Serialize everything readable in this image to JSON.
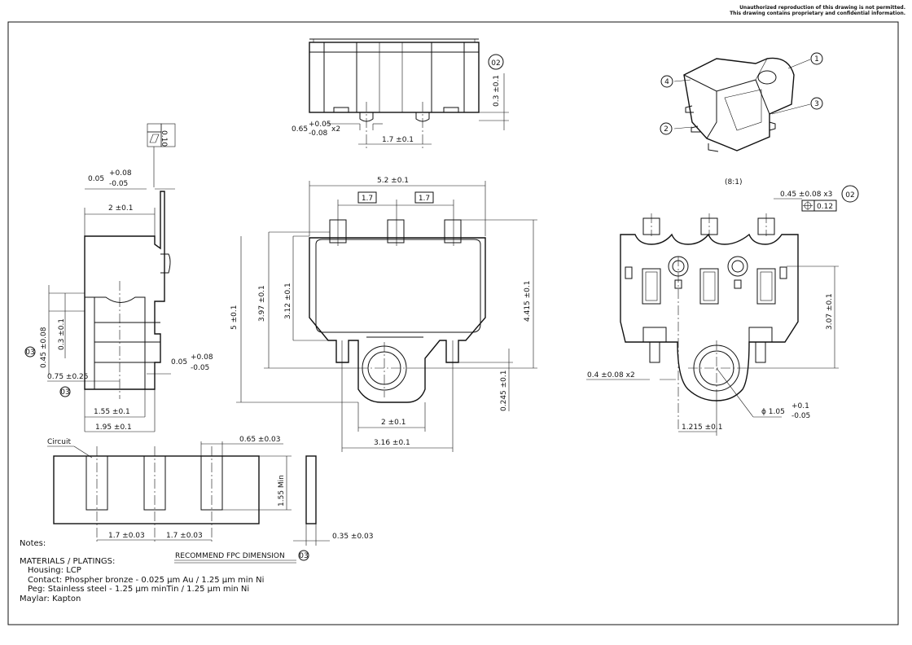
{
  "notice": {
    "line1": "Unauthorized reproduction of this drawing is not permitted.",
    "line2": "This drawing contains proprietary and confidential information."
  },
  "top_view": {
    "rev_tag": "02",
    "dim_height": "0.3 ±0.1",
    "dim_width_main": "0.65",
    "dim_width_tol_plus": "+0.05",
    "dim_width_tol_minus": "-0.08",
    "dim_width_mult": "x2",
    "dim_pitch": "1.7 ±0.1"
  },
  "side_view": {
    "flatness_value": "0.10",
    "dim_top_main": "0.05",
    "dim_top_plus": "+0.08",
    "dim_top_minus": "-0.05",
    "dim_width": "2 ±0.1",
    "dim_045": "0.45 ±0.08",
    "dim_03": "0.3 ±0.1",
    "rev_tag_a": "03",
    "dim_bottom_main": "0.05",
    "dim_bottom_plus": "+0.08",
    "dim_bottom_minus": "-0.05",
    "dim_075": "0.75 ±0.25",
    "rev_tag_b": "03",
    "dim_155": "1.55 ±0.1",
    "dim_195": "1.95 ±0.1"
  },
  "front_view": {
    "dim_52": "5.2 ±0.1",
    "pitch_box_1": "1.7",
    "pitch_box_2": "1.7",
    "dim_5": "5 ±0.1",
    "dim_397": "3.97 ±0.1",
    "dim_312": "3.12 ±0.1",
    "dim_4415": "4.415 ±0.1",
    "dim_0245": "0.245 ±0.1",
    "dim_2": "2 ±0.1",
    "dim_316": "3.16 ±0.1"
  },
  "iso_view": {
    "callouts": [
      "1",
      "2",
      "3",
      "4"
    ]
  },
  "bottom_view": {
    "scale": "(8:1)",
    "dim_pin": "0.45 ±0.08 x3",
    "rev_tag": "02",
    "position_tol": "0.12",
    "dim_307": "3.07 ±0.1",
    "dim_04": "0.4 ±0.08 x2",
    "dim_1215": "1.215 ±0.1",
    "dim_hole_main": "ϕ 1.05",
    "dim_hole_plus": "+0.1",
    "dim_hole_minus": "-0.05"
  },
  "fpc": {
    "circuit_label": "Circuit",
    "dim_065": "0.65 ±0.03",
    "dim_155min": "1.55 Min",
    "dim_pitch_1": "1.7 ±0.03",
    "dim_pitch_2": "1.7 ±0.03",
    "dim_035": "0.35 ±0.03",
    "title": "RECOMMEND FPC DIMENSION",
    "rev_tag": "03"
  },
  "notes": {
    "heading": "Notes:",
    "section": "MATERIALS / PLATINGS:",
    "lines": [
      "Housing: LCP",
      "Contact: Phospher bronze - 0.025 μm Au / 1.25 μm min Ni",
      "Peg: Stainless steel - 1.25 μm minTin / 1.25 μm min Ni"
    ],
    "last": "Maylar: Kapton"
  }
}
